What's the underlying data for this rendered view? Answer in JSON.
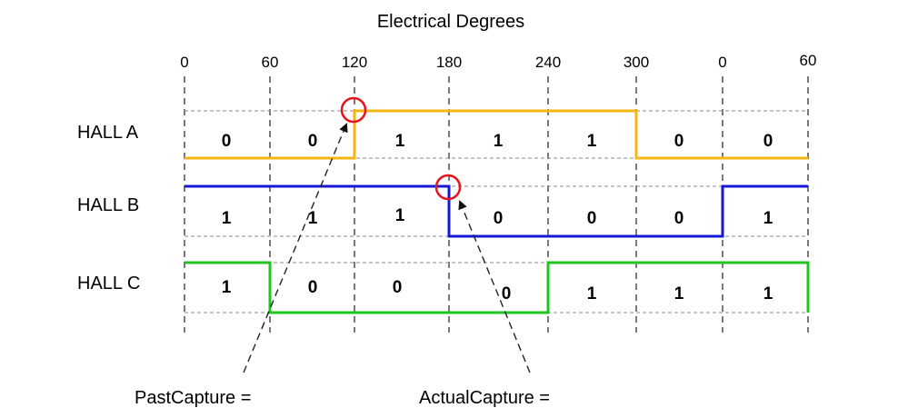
{
  "title": "Electrical Degrees",
  "ticks": [
    "0",
    "60",
    "120",
    "180",
    "240",
    "300",
    "0",
    "60"
  ],
  "colors": {
    "hall_a": "#f7b512",
    "hall_b": "#1717d6",
    "hall_c": "#1fc41f",
    "marker": "#e8141b"
  },
  "rows": [
    {
      "label": "HALL A",
      "bits": [
        "0",
        "0",
        "1",
        "1",
        "1",
        "0",
        "0"
      ]
    },
    {
      "label": "HALL B",
      "bits": [
        "1",
        "1",
        "1",
        "0",
        "0",
        "0",
        "1"
      ]
    },
    {
      "label": "HALL C",
      "bits": [
        "1",
        "0",
        "0",
        "0",
        "1",
        "1",
        "1"
      ]
    }
  ],
  "annotations": {
    "past_capture": "PastCapture =",
    "actual_capture": "ActualCapture ="
  }
}
